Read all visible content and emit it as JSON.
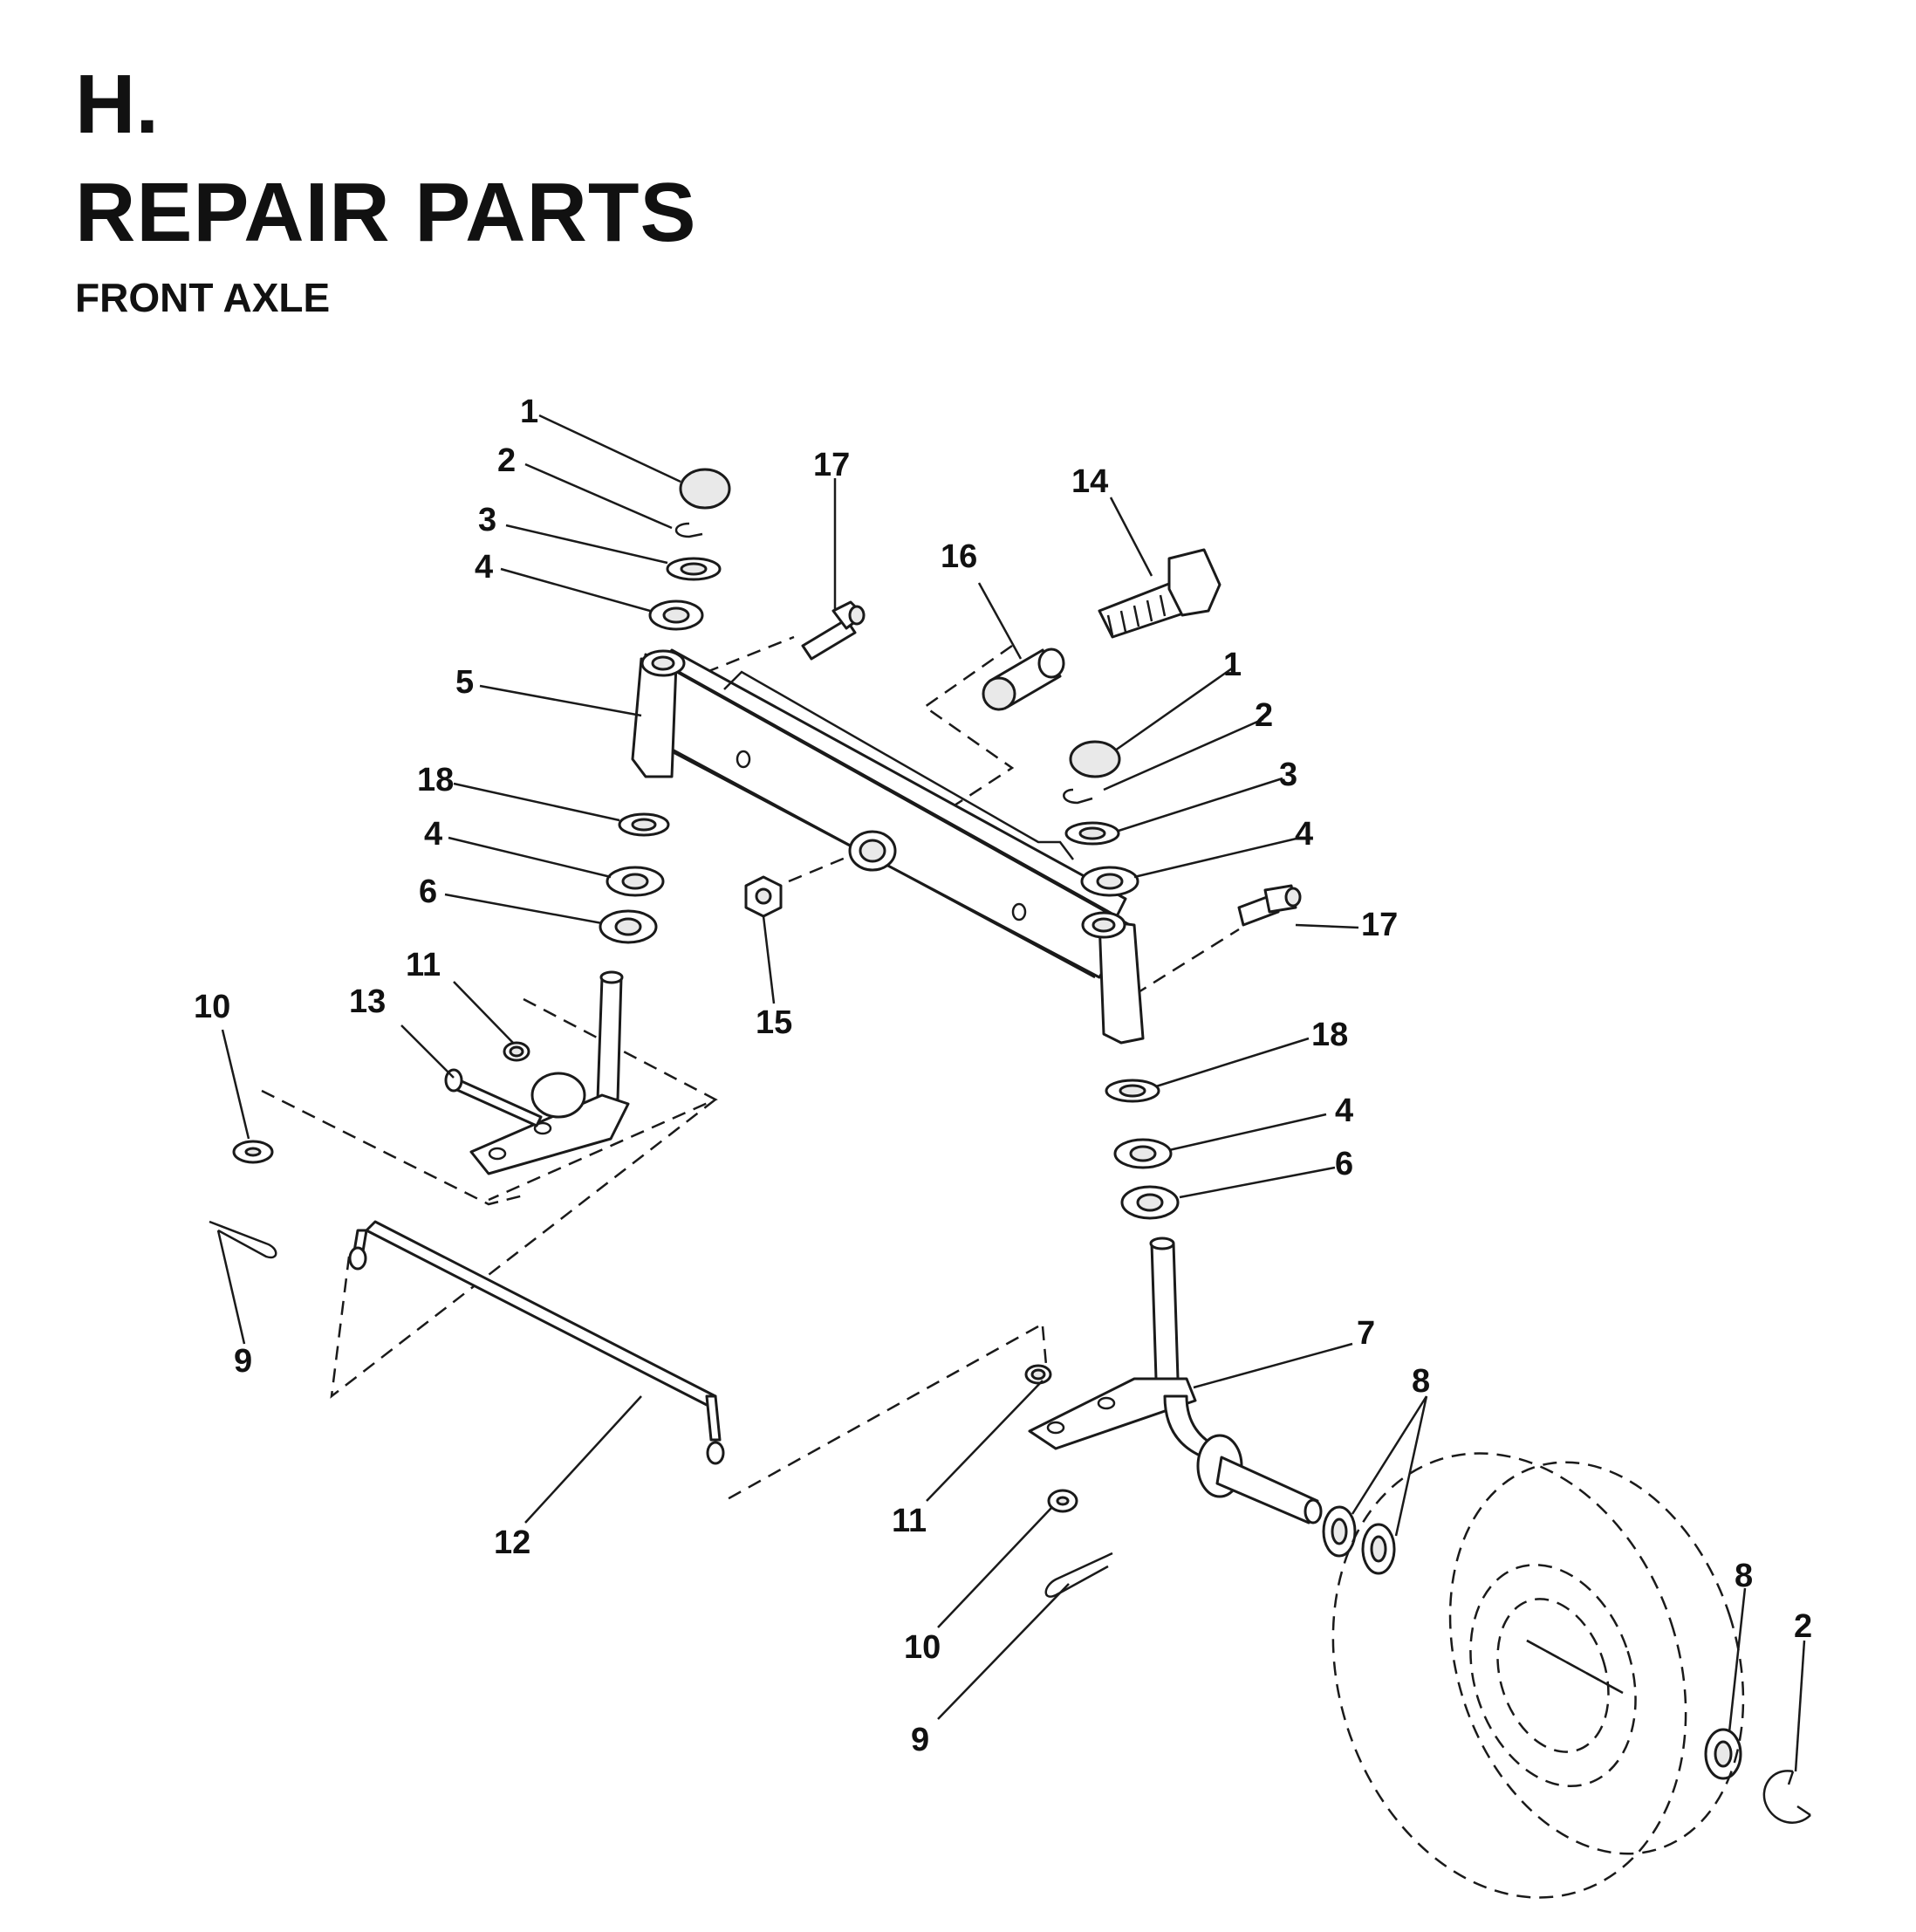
{
  "header": {
    "section": "H.",
    "title": "REPAIR PARTS",
    "subtitle": "FRONT AXLE"
  },
  "callouts": [
    {
      "id": "c1a",
      "label": "1"
    },
    {
      "id": "c2a",
      "label": "2"
    },
    {
      "id": "c3a",
      "label": "3"
    },
    {
      "id": "c4a",
      "label": "4"
    },
    {
      "id": "c5",
      "label": "5"
    },
    {
      "id": "c18a",
      "label": "18"
    },
    {
      "id": "c4b",
      "label": "4"
    },
    {
      "id": "c6a",
      "label": "6"
    },
    {
      "id": "c17a",
      "label": "17"
    },
    {
      "id": "c14",
      "label": "14"
    },
    {
      "id": "c16",
      "label": "16"
    },
    {
      "id": "c1b",
      "label": "1"
    },
    {
      "id": "c2b",
      "label": "2"
    },
    {
      "id": "c3b",
      "label": "3"
    },
    {
      "id": "c4c",
      "label": "4"
    },
    {
      "id": "c17b",
      "label": "17"
    },
    {
      "id": "c15",
      "label": "15"
    },
    {
      "id": "c10a",
      "label": "10"
    },
    {
      "id": "c13",
      "label": "13"
    },
    {
      "id": "c11a",
      "label": "11"
    },
    {
      "id": "c9a",
      "label": "9"
    },
    {
      "id": "c18b",
      "label": "18"
    },
    {
      "id": "c4d",
      "label": "4"
    },
    {
      "id": "c6b",
      "label": "6"
    },
    {
      "id": "c7",
      "label": "7"
    },
    {
      "id": "c8a",
      "label": "8"
    },
    {
      "id": "c12",
      "label": "12"
    },
    {
      "id": "c11b",
      "label": "11"
    },
    {
      "id": "c10b",
      "label": "10"
    },
    {
      "id": "c9b",
      "label": "9"
    },
    {
      "id": "c8b",
      "label": "8"
    },
    {
      "id": "c2c",
      "label": "2"
    }
  ]
}
